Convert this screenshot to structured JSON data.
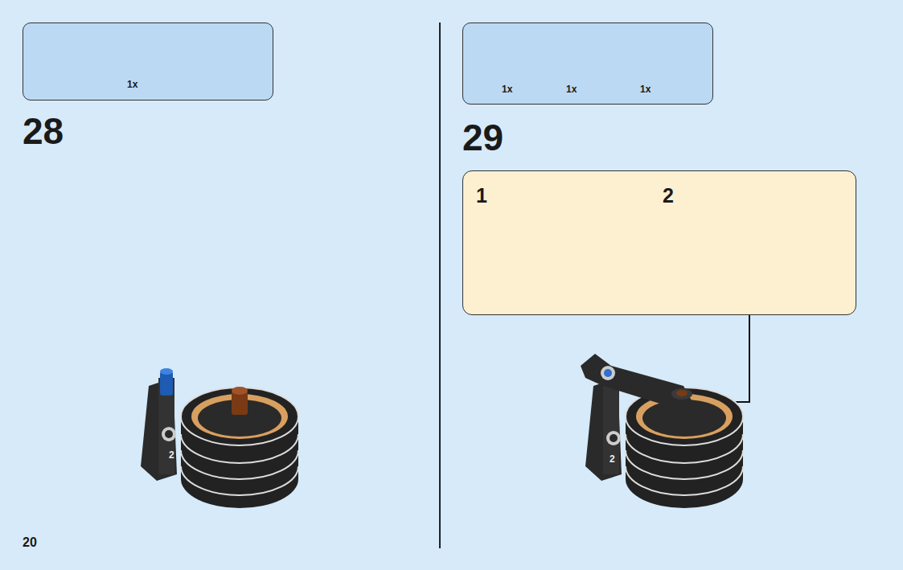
{
  "diagram": {
    "nodes": [
      {
        "text": [
          "1x"
        ]
      },
      {
        "text": [
          "1x",
          "1x",
          "1x"
        ]
      },
      {
        "text": [
          "1",
          "2"
        ]
      }
    ],
    "labels": [
      "28",
      "29",
      "2",
      "2",
      "20"
    ]
  }
}
